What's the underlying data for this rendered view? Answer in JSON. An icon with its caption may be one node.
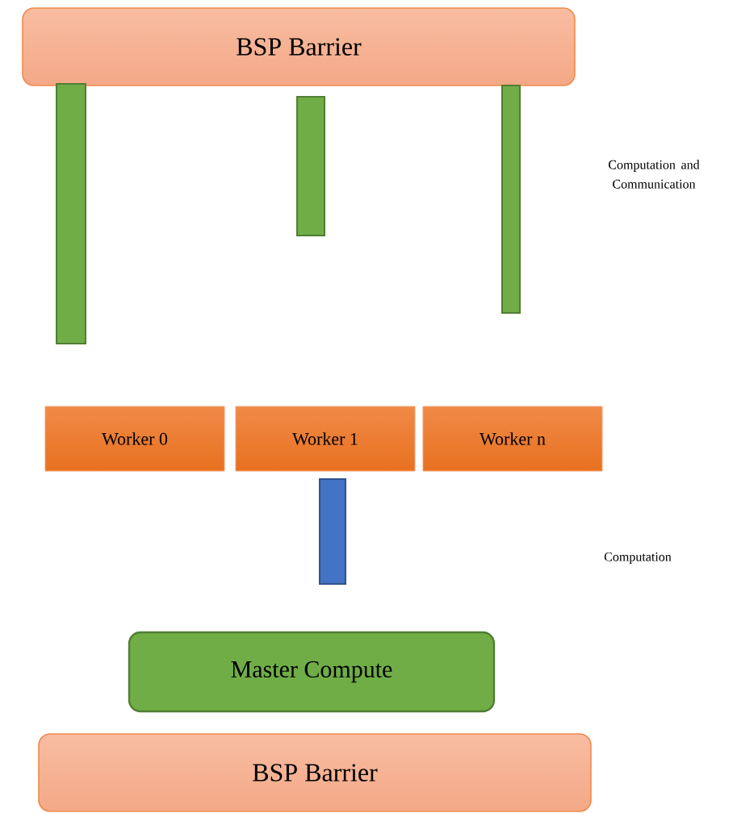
{
  "diagram": {
    "nodes": [
      {
        "text": [
          "BSP Barrier"
        ]
      },
      {
        "text": [],
        "shape": "bar"
      },
      {
        "text": [],
        "shape": "bar"
      },
      {
        "text": [],
        "shape": "bar"
      },
      {
        "text": [
          "Worker 0"
        ]
      },
      {
        "text": [
          "Worker 1"
        ]
      },
      {
        "text": [
          "Worker n"
        ]
      },
      {
        "text": [],
        "shape": "bar"
      },
      {
        "text": [
          "Master Compute"
        ]
      },
      {
        "text": [
          "BSP Barrier"
        ]
      }
    ],
    "labels": [
      "Computation and Communication",
      "Computation"
    ]
  }
}
